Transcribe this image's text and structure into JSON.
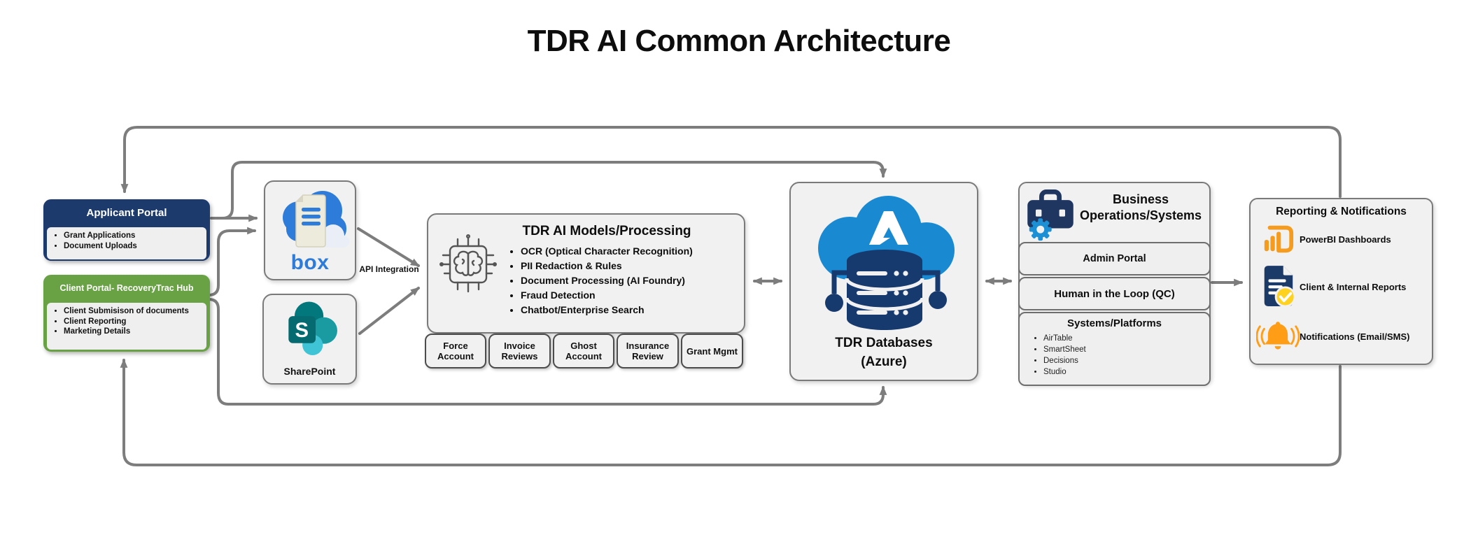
{
  "title": "TDR AI Common Architecture",
  "applicant_portal": {
    "title": "Applicant Portal",
    "items": [
      "Grant Applications",
      "Document Uploads"
    ]
  },
  "client_portal": {
    "title": "Client Portal- RecoveryTrac Hub",
    "items": [
      "Client Submisison of documents",
      "Client Reporting",
      "Marketing Details"
    ]
  },
  "box_node": {
    "label": "box"
  },
  "sharepoint_node": {
    "label": "SharePoint"
  },
  "api_integration": {
    "label": "API Integration"
  },
  "ai_models": {
    "title": "TDR AI Models/Processing",
    "items": [
      "OCR (Optical Character Recognition)",
      "PII Redaction & Rules",
      "Document Processing  (AI Foundry)",
      "Fraud Detection",
      "Chatbot/Enterprise Search"
    ]
  },
  "modules": [
    "Force Account",
    "Invoice Reviews",
    "Ghost Account",
    "Insurance Review",
    "Grant Mgmt"
  ],
  "databases": {
    "line1": "TDR Databases",
    "line2": "(Azure)"
  },
  "business_ops": {
    "title": "Business Operations/Systems",
    "admin_portal": "Admin Portal",
    "hitl": "Human in the Loop (QC)",
    "systems_title": "Systems/Platforms",
    "systems": [
      "AirTable",
      "SmartSheet",
      "Decisions",
      "Studio"
    ]
  },
  "reporting": {
    "title": "Reporting & Notifications",
    "items": [
      "PowerBI Dashboards",
      "Client & Internal Reports",
      "Notifications (Email/SMS)"
    ]
  },
  "icons": {
    "box": "box-cloud-document-icon",
    "sharepoint": "sharepoint-icon",
    "ai": "brain-chip-icon",
    "databases": "azure-cloud-database-icon",
    "business_ops": "toolbox-gear-icon",
    "powerbi": "powerbi-chart-icon",
    "reports": "document-check-icon",
    "notifications": "bell-icon"
  },
  "colors": {
    "navy": "#1d3a6d",
    "green": "#69a244",
    "panel_bg": "#f1f1f1",
    "panel_border": "#7a7a7a",
    "arrow": "#7d7d7d",
    "box_blue": "#2e7cd9",
    "sharepoint_teal": "#036c70",
    "azure_blue": "#1989d2",
    "db_navy": "#16396e",
    "powerbi_orange": "#f59b1e",
    "check_yellow": "#ffd21f",
    "bell_orange": "#ff9d17"
  }
}
